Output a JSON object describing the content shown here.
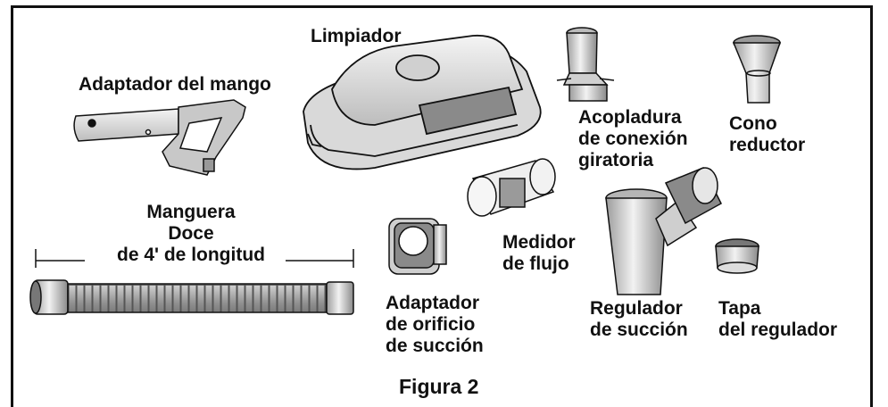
{
  "labels": {
    "cleaner": "Limpiador",
    "handle_adapter": "Adaptador del mango",
    "swivel_coupling": [
      "Acopladura",
      "de conexión",
      "giratoria"
    ],
    "reducer_cone": [
      "Cono",
      "reductor"
    ],
    "hose": [
      "Manguera",
      "Doce",
      "de 4' de longitud"
    ],
    "flow_meter": [
      "Medidor",
      "de flujo"
    ],
    "suction_adapter": [
      "Adaptador",
      "de orificio",
      "de succión"
    ],
    "suction_regulator": [
      "Regulador",
      "de succión"
    ],
    "regulator_cap": [
      "Tapa",
      "del regulador"
    ]
  },
  "figure_title": "Figura 2",
  "colors": {
    "line": "#111111",
    "part_light": "#e2e2e2",
    "part_mid": "#b9b9b9",
    "part_dark": "#7a7a7a"
  }
}
